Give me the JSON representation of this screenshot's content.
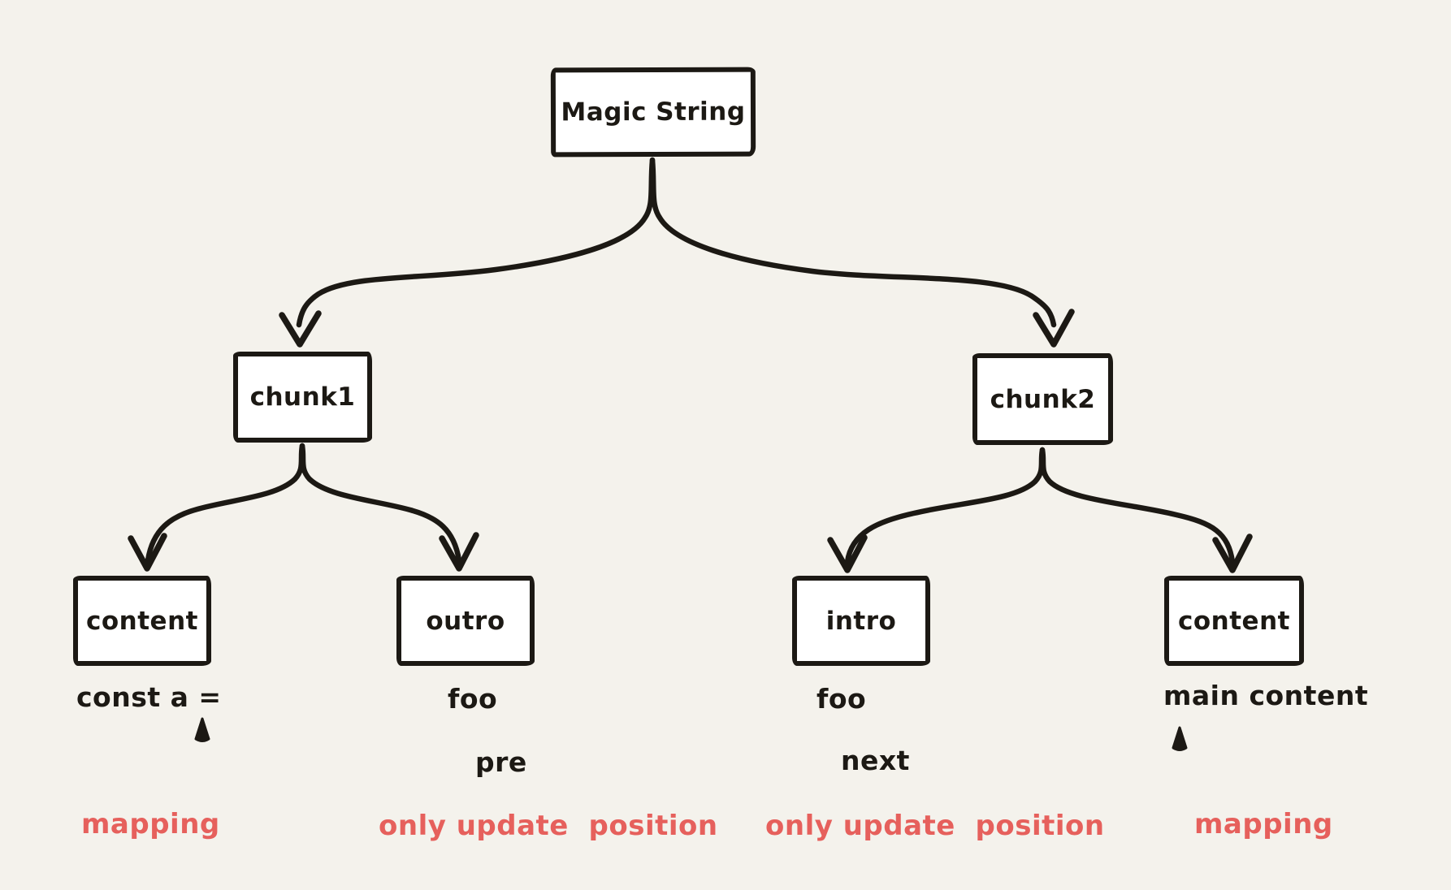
{
  "colors": {
    "background": "#f4f2ec",
    "ink": "#1c1914",
    "box_fill": "#ffffff",
    "accent_red": "#e6605c"
  },
  "diagram": {
    "root": {
      "label": "Magic String"
    },
    "branches": [
      {
        "label": "chunk1"
      },
      {
        "label": "chunk2"
      }
    ],
    "leaves": [
      {
        "label": "content",
        "value": "const a =",
        "note": "mapping"
      },
      {
        "label": "outro",
        "value": "foo",
        "value2": "pre",
        "note": "only update  position"
      },
      {
        "label": "intro",
        "value": "foo",
        "value2": "next",
        "note": "only update  position"
      },
      {
        "label": "content",
        "value": "main content",
        "note": "mapping"
      }
    ]
  }
}
